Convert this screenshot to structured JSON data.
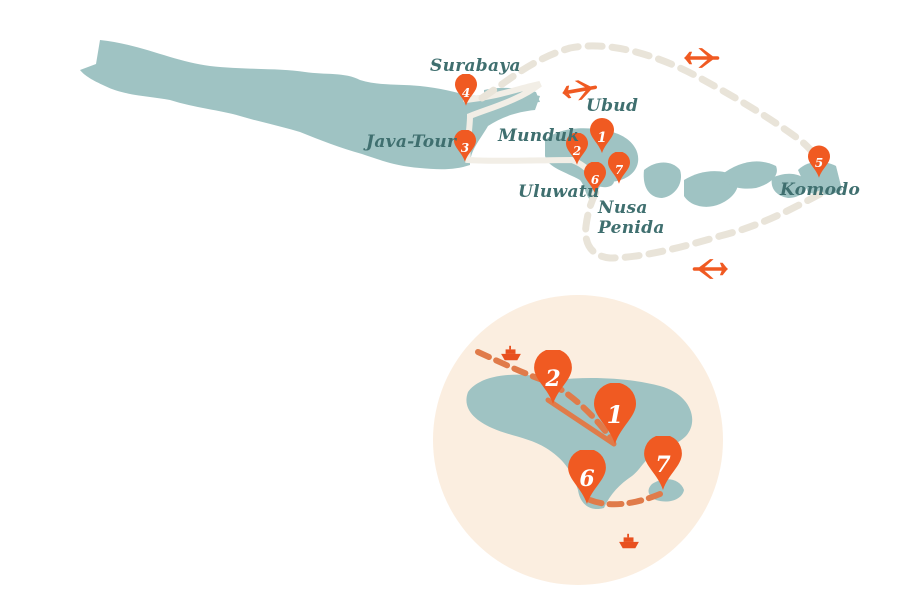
{
  "colors": {
    "land": "#9fc3c3",
    "land_shadow": "#c7d8d8",
    "route_sea": "#e9e4d9",
    "route_land": "#f2eee6",
    "pin": "#f05a22",
    "label": "#3f6f6f",
    "inset_bg": "#fbeee0",
    "inset_route": "#e07b4a",
    "plane": "#f05a22",
    "boat": "#e8501f"
  },
  "map": {
    "labels": {
      "surabaya": "Surabaya",
      "java_tour": "Java-Tour",
      "munduk": "Munduk",
      "ubud": "Ubud",
      "uluwatu": "Uluwatu",
      "nusa_penida": "Nusa Penida",
      "komodo": "Komodo"
    },
    "pins": [
      {
        "id": "pin-1",
        "number": "1",
        "place": "Ubud"
      },
      {
        "id": "pin-2",
        "number": "2",
        "place": "Munduk"
      },
      {
        "id": "pin-3",
        "number": "3",
        "place": "Java-Tour"
      },
      {
        "id": "pin-4",
        "number": "4",
        "place": "Surabaya"
      },
      {
        "id": "pin-5",
        "number": "5",
        "place": "Komodo"
      },
      {
        "id": "pin-6",
        "number": "6",
        "place": "Uluwatu"
      },
      {
        "id": "pin-7",
        "number": "7",
        "place": "Nusa Penida"
      }
    ],
    "transport_icons": [
      "airplane-icon",
      "airplane-icon",
      "airplane-icon"
    ]
  },
  "inset": {
    "pins": [
      {
        "number": "1"
      },
      {
        "number": "2"
      },
      {
        "number": "6"
      },
      {
        "number": "7"
      }
    ],
    "transport_icons": [
      "boat-icon",
      "boat-icon"
    ]
  }
}
